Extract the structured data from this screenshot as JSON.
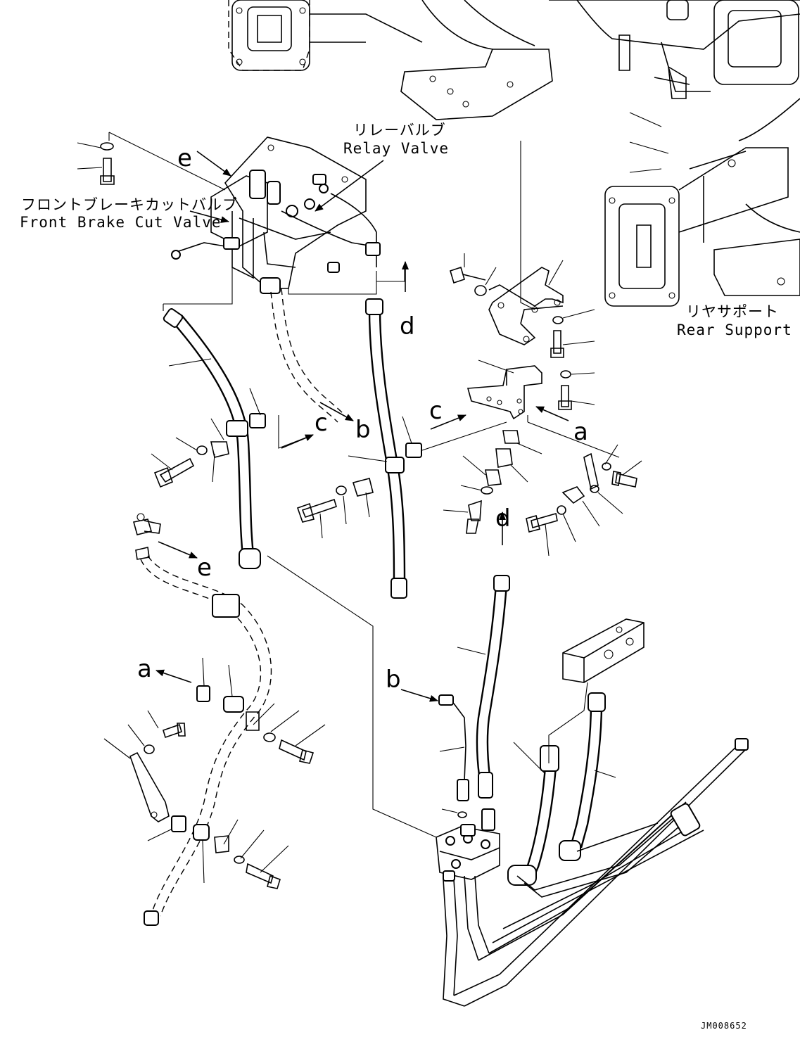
{
  "labels": {
    "relay_valve_jp": "リレーバルブ",
    "relay_valve_en": "Relay Valve",
    "front_brake_cut_valve_jp": "フロントブレーキカットバルブ",
    "front_brake_cut_valve_en": "Front Brake Cut Valve",
    "rear_support_jp": "リヤサポート",
    "rear_support_en": "Rear Support"
  },
  "callouts": {
    "a": "a",
    "b": "b",
    "c": "c",
    "d": "d",
    "e": "e"
  },
  "drawing_code": "JM008652"
}
